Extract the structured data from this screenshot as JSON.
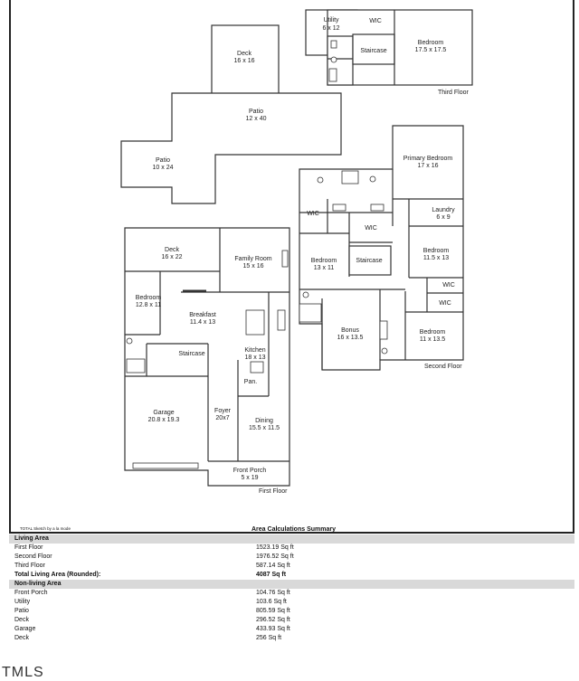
{
  "floors": {
    "third": {
      "label": "Third Floor",
      "rooms": [
        {
          "name": "Utility",
          "dims": "6 x 12"
        },
        {
          "name": "WIC",
          "dims": ""
        },
        {
          "name": "Staircase",
          "dims": ""
        },
        {
          "name": "Bedroom",
          "dims": "17.5 x 17.5"
        }
      ]
    },
    "outdoor": {
      "rooms": [
        {
          "name": "Deck",
          "dims": "16 x 16"
        },
        {
          "name": "Patio",
          "dims": "12 x 40"
        },
        {
          "name": "Patio",
          "dims": "10 x 24"
        }
      ]
    },
    "second": {
      "label": "Second Floor",
      "rooms": [
        {
          "name": "Primary Bedroom",
          "dims": "17 x 16"
        },
        {
          "name": "WIC",
          "dims": ""
        },
        {
          "name": "WIC",
          "dims": ""
        },
        {
          "name": "Laundry",
          "dims": "6 x 9"
        },
        {
          "name": "Bedroom",
          "dims": "13 x 11"
        },
        {
          "name": "Staircase",
          "dims": ""
        },
        {
          "name": "Bedroom",
          "dims": "11.5 x 13"
        },
        {
          "name": "WIC",
          "dims": ""
        },
        {
          "name": "WIC",
          "dims": ""
        },
        {
          "name": "Bonus",
          "dims": "16 x 13.5"
        },
        {
          "name": "Bedroom",
          "dims": "11 x 13.5"
        }
      ]
    },
    "first": {
      "label": "First Floor",
      "rooms": [
        {
          "name": "Deck",
          "dims": "16 x 22"
        },
        {
          "name": "Family Room",
          "dims": "15 x 16"
        },
        {
          "name": "Bedroom",
          "dims": "12.8 x 11"
        },
        {
          "name": "Breakfast",
          "dims": "11.4 x 13"
        },
        {
          "name": "Staircase",
          "dims": ""
        },
        {
          "name": "Kitchen",
          "dims": "18 x 13"
        },
        {
          "name": "Pan.",
          "dims": ""
        },
        {
          "name": "Garage",
          "dims": "20.8 x 19.3"
        },
        {
          "name": "Foyer",
          "dims": "20x7"
        },
        {
          "name": "Dining",
          "dims": "15.5 x 11.5"
        },
        {
          "name": "Front Porch",
          "dims": "5 x 19"
        }
      ]
    }
  },
  "summary": {
    "note": "TOTAL Sketch by a la mode",
    "title": "Area Calculations Summary",
    "living_header": "Living Area",
    "living": [
      {
        "label": "First Floor",
        "value": "1523.19 Sq ft"
      },
      {
        "label": "Second Floor",
        "value": "1976.52 Sq ft"
      },
      {
        "label": "Third Floor",
        "value": "587.14 Sq ft"
      }
    ],
    "total": {
      "label": "Total Living Area (Rounded):",
      "value": "4087 Sq ft"
    },
    "nonliving_header": "Non-living Area",
    "nonliving": [
      {
        "label": "Front Porch",
        "value": "104.76 Sq ft"
      },
      {
        "label": "Utility",
        "value": "103.6 Sq ft"
      },
      {
        "label": "Patio",
        "value": "805.59 Sq ft"
      },
      {
        "label": "Deck",
        "value": "296.52 Sq ft"
      },
      {
        "label": "Garage",
        "value": "433.93 Sq ft"
      },
      {
        "label": "Deck",
        "value": "256 Sq ft"
      }
    ]
  },
  "logo": "TMLS"
}
